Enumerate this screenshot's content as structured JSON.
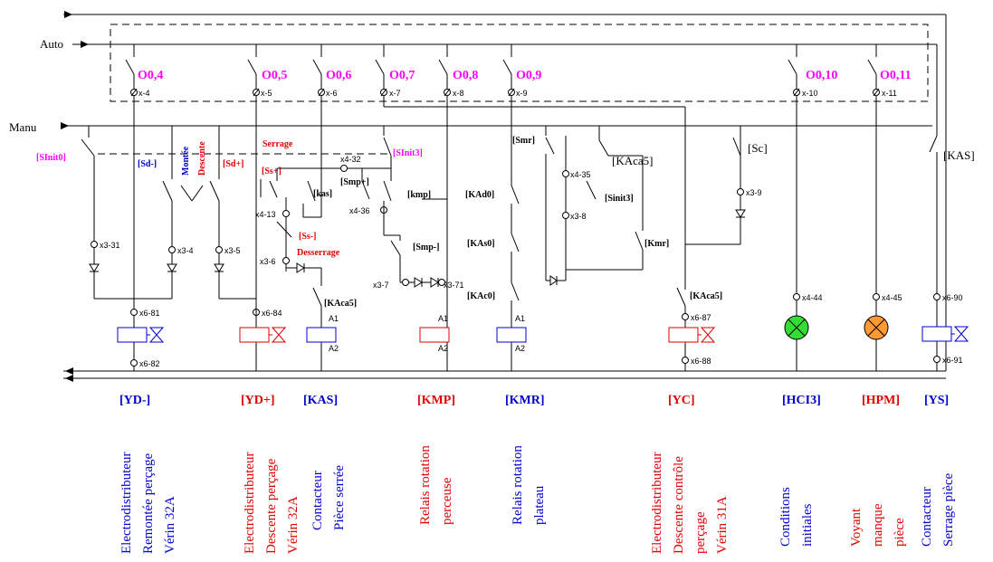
{
  "rails": {
    "auto": "Auto",
    "manu": "Manu"
  },
  "outputs": [
    "O0,4",
    "O0,5",
    "O0,6",
    "O0,7",
    "O0,8",
    "O0,9",
    "O0,10",
    "O0,11"
  ],
  "terminals": {
    "t4": "x-4",
    "t5": "x-5",
    "t6": "x-6",
    "t7": "x-7",
    "t8": "x-8",
    "t9": "x-9",
    "t10": "x-10",
    "t11": "x-11",
    "t331": "x3-31",
    "t34": "x3-4",
    "t35": "x3-5",
    "t432": "x4-32",
    "t413": "x4-13",
    "t436": "x4-36",
    "t36": "x3-6",
    "t37": "x3-7",
    "t371": "x3-71",
    "t435": "x4-35",
    "t38": "x3-8",
    "t39": "x3-9",
    "t681": "x6-81",
    "t682": "x6-82",
    "t684": "x6-84",
    "t687": "x6-87",
    "t688": "x6-88",
    "t444": "x4-44",
    "t445": "x4-45",
    "t690": "x6-90",
    "t691": "x6-91"
  },
  "contacts": {
    "sinit0": "[SInit0]",
    "sd_minus": "[Sd-]",
    "montee": "Montée",
    "descente": "Descente",
    "sd_plus": "[Sd+]",
    "serrage": "Serrage",
    "ss_plus": "[Ss+]",
    "ss_minus": "[Ss-]",
    "desserrage": "Desserrage",
    "kas_small": "[kas]",
    "smp_plus": "[Smp+]",
    "sinit3": "[SInit3]",
    "kmp": "[kmp]",
    "smp_minus": "[Smp-]",
    "smr": "[Smr]",
    "kaca5_big": "[KAca5]",
    "sinit3b": "[Sinit3]",
    "kmr": "[Kmr]",
    "sc": "[Sc]",
    "kad0": "[KAd0]",
    "kas0": "[KAs0]",
    "kac0": "[KAc0]",
    "kaca5_a": "[KAca5]",
    "kaca5_b": "[KAca5]",
    "kas_big": "[KAS]",
    "a1": "A1",
    "a2": "A2"
  },
  "loads": [
    {
      "code": "[YD-]",
      "color": "#0000cc",
      "desc": [
        "Electrodistributeur",
        "Remontée perçage",
        "Vérin 32A"
      ]
    },
    {
      "code": "[YD+]",
      "color": "#e00000",
      "desc": [
        "Electrodistributeur",
        "Descente perçage",
        "Vérin 32A"
      ]
    },
    {
      "code": "[KAS]",
      "color": "#0000cc",
      "desc": [
        "Contacteur",
        "Pièce serrée"
      ]
    },
    {
      "code": "[KMP]",
      "color": "#e00000",
      "desc": [
        "Relais rotation",
        "perceuse"
      ]
    },
    {
      "code": "[KMR]",
      "color": "#0000cc",
      "desc": [
        "Relais rotation",
        "plateau"
      ]
    },
    {
      "code": "[YC]",
      "color": "#e00000",
      "desc": [
        "Electrodistributeur",
        "Descente contrôle",
        "perçage",
        "Vérin 31A"
      ]
    },
    {
      "code": "[HCI3]",
      "color": "#0000cc",
      "desc": [
        "Conditions",
        "initiales"
      ]
    },
    {
      "code": "[HPM]",
      "color": "#e00000",
      "desc": [
        "Voyant",
        "manque",
        "pièce"
      ]
    },
    {
      "code": "[YS]",
      "color": "#0000cc",
      "desc": [
        "Contacteur",
        "Serrage pièce"
      ]
    }
  ],
  "colors": {
    "magenta": "#ff00ff",
    "red": "#e00000",
    "blue": "#0000cc",
    "lamp_green": "#33dd33",
    "lamp_orange": "#ff9933"
  }
}
